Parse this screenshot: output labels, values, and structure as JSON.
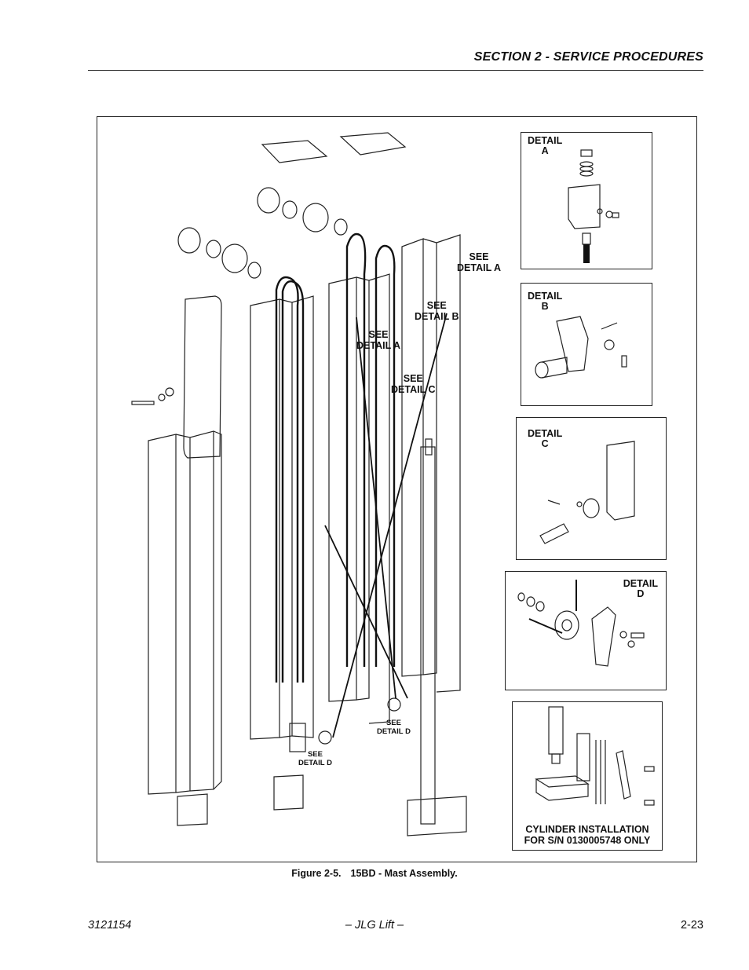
{
  "header": {
    "section_title": "SECTION 2 - SERVICE PROCEDURES"
  },
  "figure": {
    "callouts": {
      "see_detail_a_top": "SEE\nDETAIL A",
      "see_detail_b": "SEE\nDETAIL B",
      "see_detail_a_mid": "SEE\nDETAIL A",
      "see_detail_c": "SEE\nDETAIL C",
      "see_detail_d_right": "SEE\nDETAIL D",
      "see_detail_d_left": "SEE\nDETAIL D"
    },
    "details": {
      "a": "DETAIL\nA",
      "b": "DETAIL\nB",
      "c": "DETAIL\nC",
      "d": "DETAIL\nD"
    },
    "cylinder_label": "CYLINDER INSTALLATION\nFOR S/N 0130005748 ONLY",
    "caption_number": "Figure 2-5.",
    "caption_title": "15BD - Mast Assembly."
  },
  "footer": {
    "doc_number": "3121154",
    "brand": "– JLG Lift –",
    "page": "2-23"
  }
}
